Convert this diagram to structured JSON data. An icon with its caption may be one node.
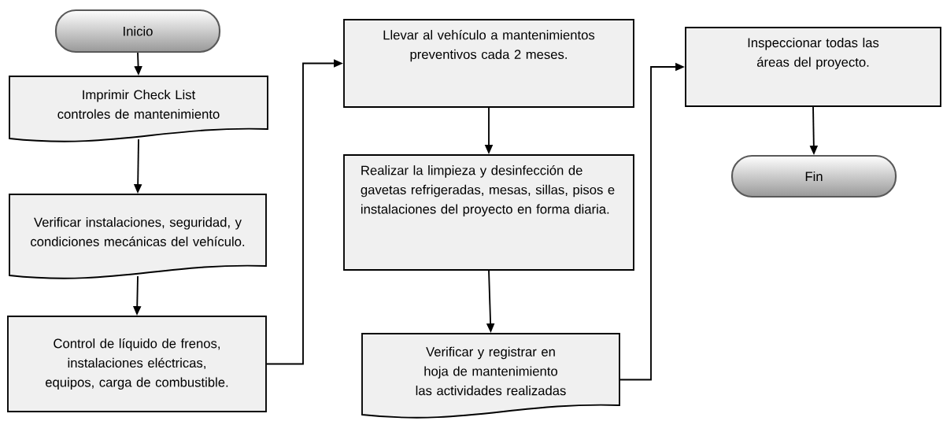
{
  "diagram": {
    "nodes": [
      {
        "text": [
          "Inicio"
        ]
      },
      {
        "text": [
          "Imprimir Check List controles de mantenimiento"
        ]
      },
      {
        "text": [
          "Verificar instalaciones, seguridad, y condiciones mecánicas del vehículo."
        ]
      },
      {
        "text": [
          "Control de líquido de frenos, instalaciones eléctricas, equipos, carga de combustible."
        ]
      },
      {
        "text": [
          "Llevar al vehículo a mantenimientos preventivos cada 2 meses."
        ]
      },
      {
        "text": [
          "Realizar la limpieza y desinfección de gavetas refrigeradas, mesas, sillas, pisos e instalaciones del proyecto en forma diaria."
        ]
      },
      {
        "text": [
          "Verificar y registrar en hoja de mantenimiento las actividades realizadas"
        ]
      },
      {
        "text": [
          "Inspeccionar todas las áreas del proyecto."
        ]
      },
      {
        "text": [
          "Fin"
        ]
      }
    ],
    "edges": [
      {
        "from": 0,
        "to": 1,
        "arrow": "to"
      },
      {
        "from": 1,
        "to": 2,
        "arrow": "to"
      },
      {
        "from": 2,
        "to": 3,
        "arrow": "to"
      },
      {
        "from": 3,
        "to": 4,
        "arrow": "to"
      },
      {
        "from": 4,
        "to": 5,
        "arrow": "to"
      },
      {
        "from": 5,
        "to": 6,
        "arrow": "to"
      },
      {
        "from": 6,
        "to": 7,
        "arrow": "to"
      },
      {
        "from": 7,
        "to": 8,
        "arrow": "to"
      }
    ]
  }
}
